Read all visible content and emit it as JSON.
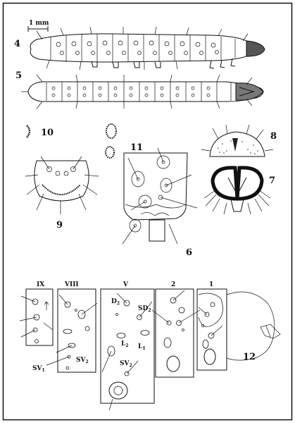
{
  "scale_bar": {
    "label": "1 mm"
  },
  "figures": {
    "fig4": "4",
    "fig5": "5",
    "fig6": "6",
    "fig7": "7",
    "fig8": "8",
    "fig9": "9",
    "fig10": "10",
    "fig11": "11",
    "fig12": "12"
  },
  "chaetotaxy": {
    "segments": [
      "IX",
      "VIII",
      "V",
      "2",
      "1"
    ],
    "setae": {
      "d2": "D",
      "d2_sub": "2",
      "sd2": "SD",
      "sd2_sub": "2",
      "l2": "L",
      "l2_sub": "2",
      "l1": "L",
      "l1_sub": "1",
      "sv1": "SV",
      "sv1_sub": "1",
      "sv2_viii": "SV",
      "sv2_viii_sub": "2",
      "sv2_v": "SV",
      "sv2_v_sub": "2"
    }
  }
}
